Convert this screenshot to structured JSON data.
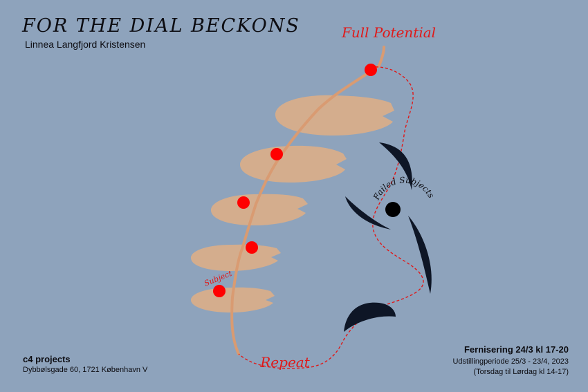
{
  "header": {
    "title": "FOR THE DIAL BECKONS",
    "artist": "Linnea Langfjord Kristensen"
  },
  "artwork": {
    "label_top": "Full Potential",
    "label_subject": "Subject",
    "label_failed": "Failed Subjects",
    "label_bottom": "Repeat"
  },
  "venue": {
    "name": "c4 projects",
    "address": "Dybbølsgade 60, 1721 København V"
  },
  "info": {
    "opening": "Fernisering 24/3 kl 17-20",
    "period": "Udstillingperiode 25/3 - 23/4, 2023",
    "hours": "(Torsdag til Lørdag kl 14-17)"
  },
  "colors": {
    "background": "#8ea3bc",
    "disc": "#d4ad8d",
    "dot": "#ff0000",
    "blade": "#0e1626",
    "label_red": "#e01818"
  }
}
